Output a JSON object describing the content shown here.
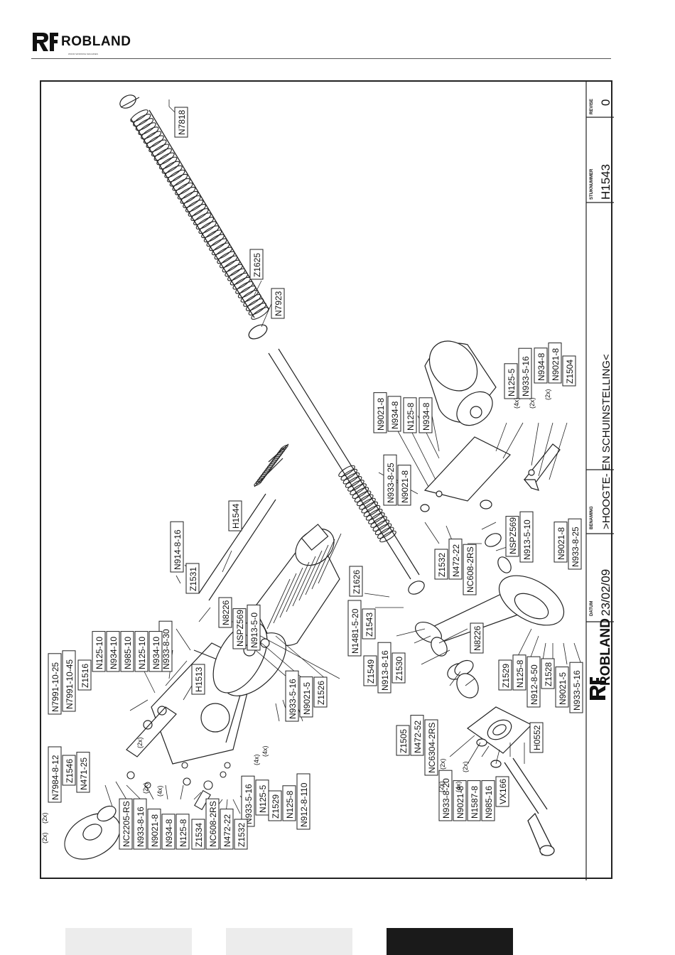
{
  "brand": {
    "name": "ROBLAND",
    "tagline": "WOOD WORKING MACHINES"
  },
  "title_block": {
    "datum_label": "DATUM",
    "datum_value": "23/02/09",
    "benaming_label": "BENAMING",
    "benaming_value": ">HOOGTE- EN SCHUINSTELLING<",
    "stuknummer_label": "STUKNUMMER",
    "stuknummer_value": "H1543",
    "revise_label": "REVISE",
    "revise_value": "0",
    "logo_text": "ROBLAND"
  },
  "parts": [
    {
      "id": "p1",
      "text": "N7818"
    },
    {
      "id": "p2",
      "text": "Z1625"
    },
    {
      "id": "p3",
      "text": "N7923"
    },
    {
      "id": "p4",
      "text": "H1544"
    },
    {
      "id": "p5",
      "text": "N914-8-16"
    },
    {
      "id": "p6",
      "text": "Z1531"
    },
    {
      "id": "p7",
      "text": "N8226"
    },
    {
      "id": "p8",
      "text": "NSPZ569"
    },
    {
      "id": "p9",
      "text": "N913-5-0"
    },
    {
      "id": "p10",
      "text": "N933-8-30"
    },
    {
      "id": "p11",
      "text": "H1513"
    },
    {
      "id": "p12",
      "text": "N7991-10-25"
    },
    {
      "id": "p13",
      "text": "N7991-10-45"
    },
    {
      "id": "p14",
      "text": "Z1516"
    },
    {
      "id": "p15",
      "text": "N125-10"
    },
    {
      "id": "p16",
      "text": "N934-10"
    },
    {
      "id": "p17",
      "text": "N985-10"
    },
    {
      "id": "p18",
      "text": "N125-10"
    },
    {
      "id": "p19",
      "text": "N934-10"
    },
    {
      "id": "p20",
      "text": "N933-5-16"
    },
    {
      "id": "p21",
      "text": "N9021-5"
    },
    {
      "id": "p22",
      "text": "Z1526"
    },
    {
      "id": "p23",
      "text": "Z1529"
    },
    {
      "id": "p24",
      "text": "N125-8"
    },
    {
      "id": "p25",
      "text": "N912-8-110"
    },
    {
      "id": "p26",
      "text": "N125-5"
    },
    {
      "id": "p27",
      "text": "N933-5-16"
    },
    {
      "id": "p28",
      "text": "N7984-8-12"
    },
    {
      "id": "p29",
      "text": "Z1546"
    },
    {
      "id": "p30",
      "text": "N471-25"
    },
    {
      "id": "p31",
      "text": "NC2205-RS"
    },
    {
      "id": "p32",
      "text": "N933-8-16"
    },
    {
      "id": "p33",
      "text": "N9021-8"
    },
    {
      "id": "p34",
      "text": "N934-8"
    },
    {
      "id": "p35",
      "text": "N125-8"
    },
    {
      "id": "p36",
      "text": "Z1534"
    },
    {
      "id": "p37",
      "text": "NC608-2RS"
    },
    {
      "id": "p38",
      "text": "N472-22"
    },
    {
      "id": "p39",
      "text": "Z1532"
    },
    {
      "id": "p40",
      "text": "Z1626"
    },
    {
      "id": "p41",
      "text": "N1481-5-20"
    },
    {
      "id": "p42",
      "text": "Z1543"
    },
    {
      "id": "p43",
      "text": "Z1549"
    },
    {
      "id": "p44",
      "text": "N913-8-16"
    },
    {
      "id": "p45",
      "text": "Z1530"
    },
    {
      "id": "p46",
      "text": "Z1505"
    },
    {
      "id": "p47",
      "text": "N472-52"
    },
    {
      "id": "p48",
      "text": "NC6304-2RS"
    },
    {
      "id": "p49",
      "text": "N933-8-20"
    },
    {
      "id": "p50",
      "text": "N9021-8"
    },
    {
      "id": "p51",
      "text": "N1587-8"
    },
    {
      "id": "p52",
      "text": "N985-16"
    },
    {
      "id": "p53",
      "text": "VX166"
    },
    {
      "id": "p54",
      "text": "H0552"
    },
    {
      "id": "p55",
      "text": "Z1529"
    },
    {
      "id": "p56",
      "text": "N125-8"
    },
    {
      "id": "p57",
      "text": "N912-8-50"
    },
    {
      "id": "p58",
      "text": "Z1528"
    },
    {
      "id": "p59",
      "text": "N9021-5"
    },
    {
      "id": "p60",
      "text": "N933-5-16"
    },
    {
      "id": "p61",
      "text": "N8226"
    },
    {
      "id": "p62",
      "text": "Z1532"
    },
    {
      "id": "p63",
      "text": "N472-22"
    },
    {
      "id": "p64",
      "text": "NC608-2RS"
    },
    {
      "id": "p65",
      "text": "NSPZ569"
    },
    {
      "id": "p66",
      "text": "N913-5-10"
    },
    {
      "id": "p67",
      "text": "N9021-8"
    },
    {
      "id": "p68",
      "text": "N933-8-25"
    },
    {
      "id": "p69",
      "text": "N933-8-25"
    },
    {
      "id": "p70",
      "text": "N9021-8"
    },
    {
      "id": "p71",
      "text": "N9021-8"
    },
    {
      "id": "p72",
      "text": "N934-8"
    },
    {
      "id": "p73",
      "text": "N125-8"
    },
    {
      "id": "p74",
      "text": "N934-8"
    },
    {
      "id": "p75",
      "text": "N125-5"
    },
    {
      "id": "p76",
      "text": "N933-5-16"
    },
    {
      "id": "p77",
      "text": "N934-8"
    },
    {
      "id": "p78",
      "text": "N9021-8"
    },
    {
      "id": "p79",
      "text": "Z1504"
    }
  ],
  "quantities": [
    {
      "id": "q1",
      "text": "(2x)"
    },
    {
      "id": "q2",
      "text": "(2x)"
    },
    {
      "id": "q3",
      "text": "(2x)"
    },
    {
      "id": "q4",
      "text": "(4x)"
    },
    {
      "id": "q5",
      "text": "(4x)"
    },
    {
      "id": "q6",
      "text": "(2x)"
    },
    {
      "id": "q7",
      "text": "(4x)"
    },
    {
      "id": "q8",
      "text": "(2x)"
    },
    {
      "id": "q9",
      "text": "(2x)"
    },
    {
      "id": "q10",
      "text": "(2x)"
    },
    {
      "id": "q11",
      "text": "(4x)"
    },
    {
      "id": "q12",
      "text": "(4x)"
    },
    {
      "id": "q13",
      "text": "(2x)"
    },
    {
      "id": "q14",
      "text": "(2x)"
    }
  ]
}
